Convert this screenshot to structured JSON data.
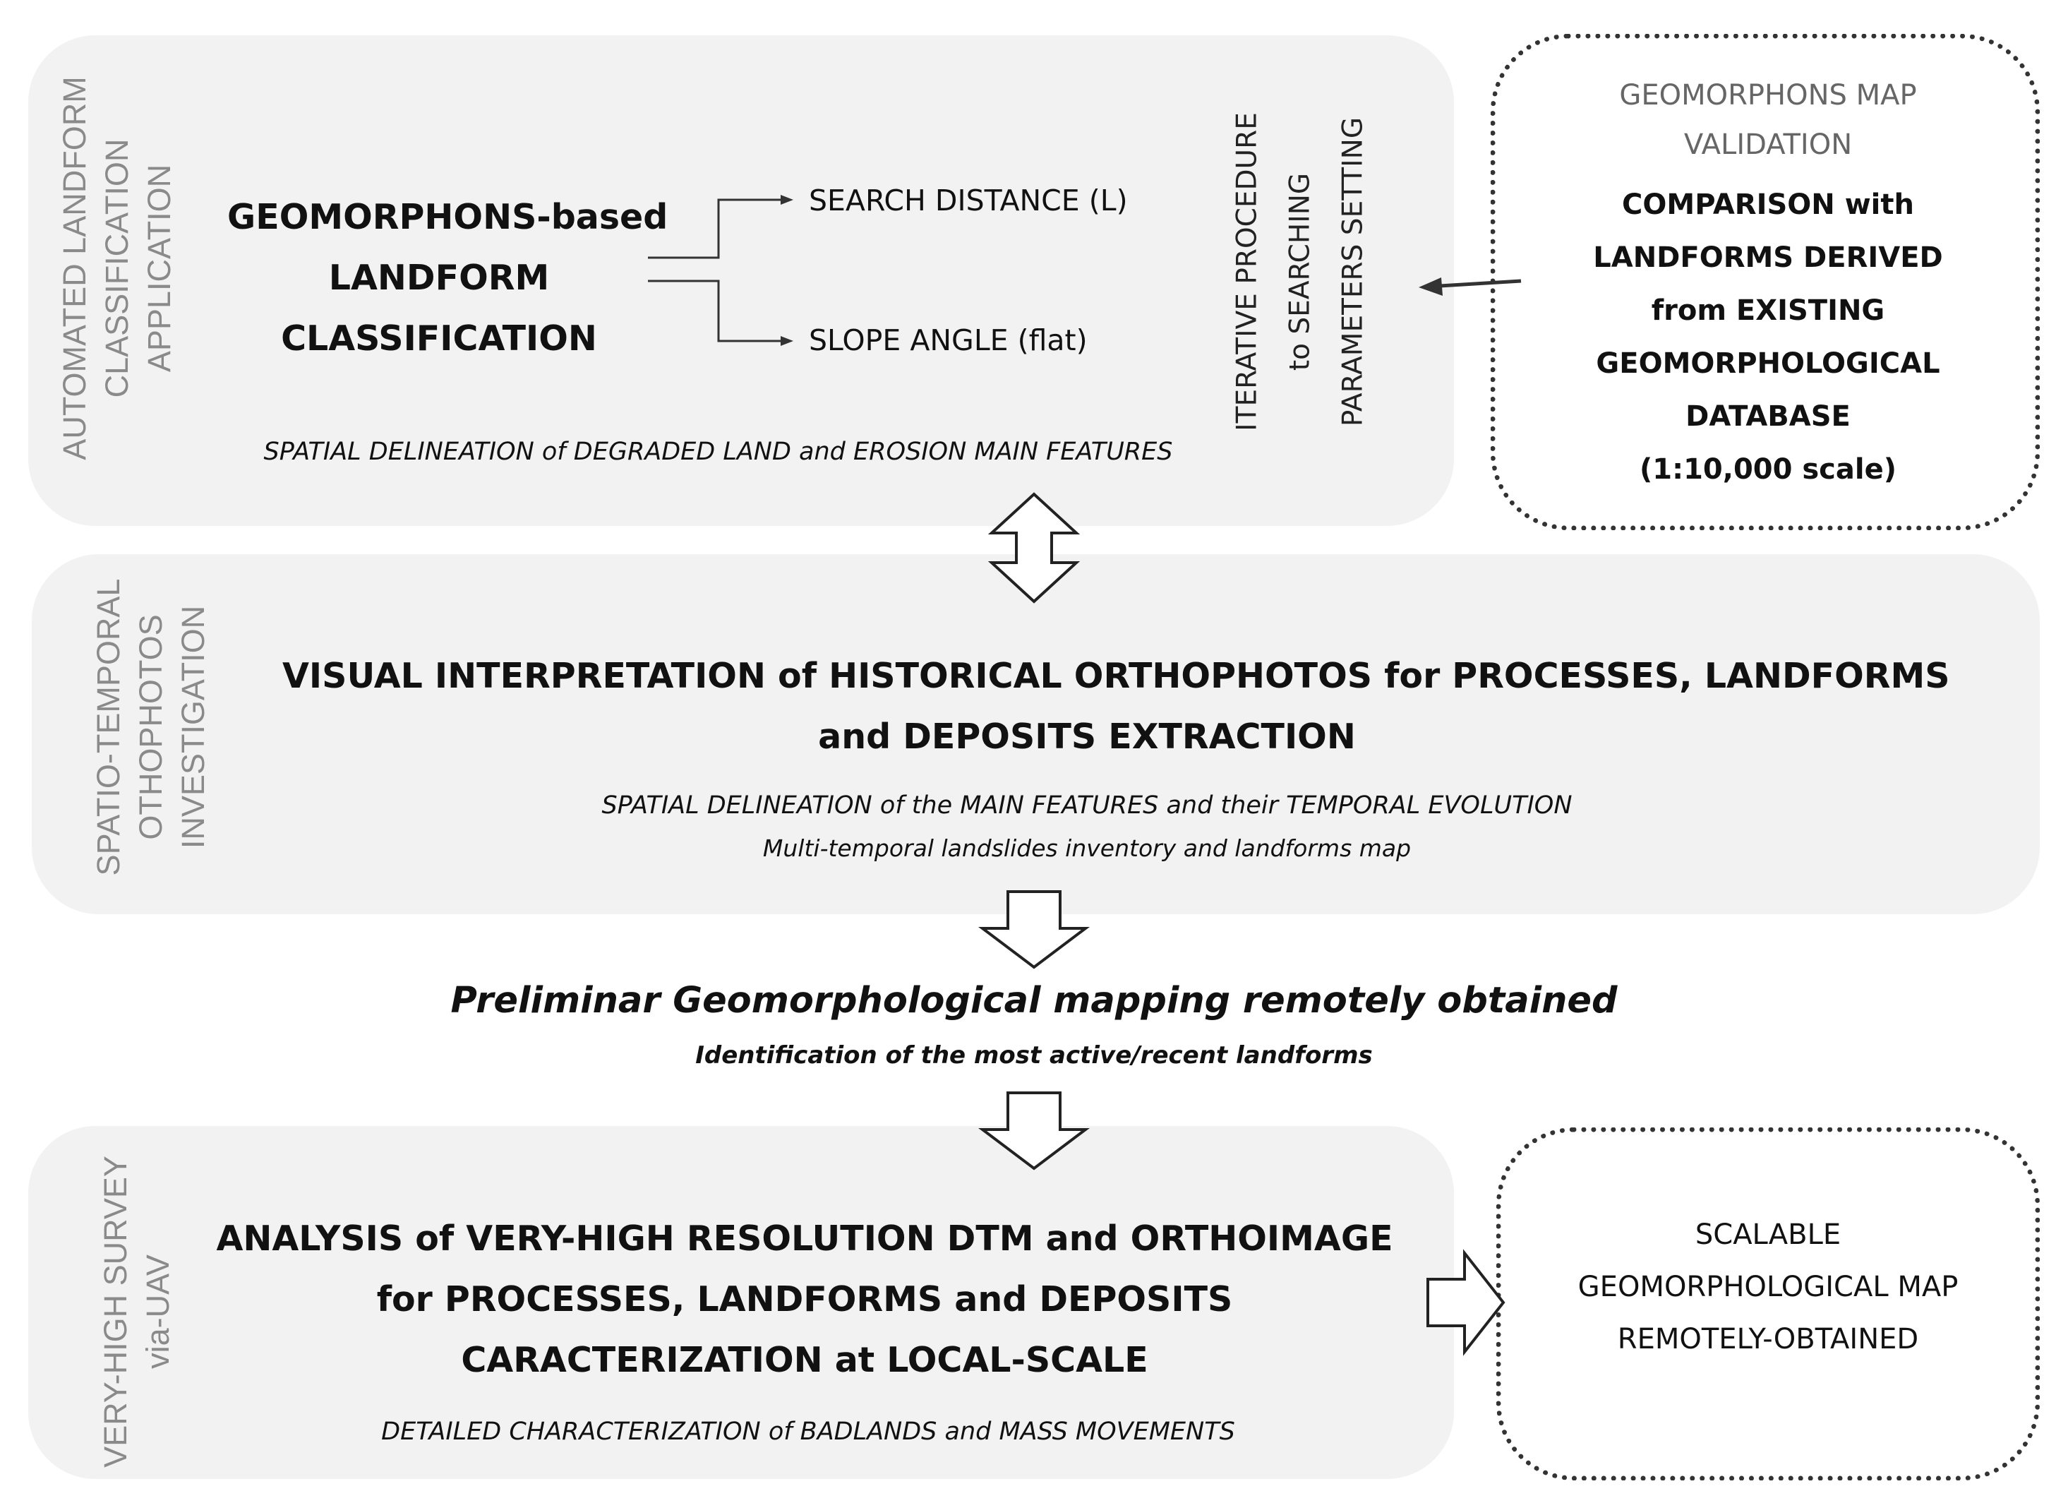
{
  "colors": {
    "panel_fill": "#f2f2f2",
    "side_label": "#8a8a8a",
    "text": "#111111",
    "dotted_border": "#333333",
    "arrow_stroke": "#222222"
  },
  "panel1": {
    "side_label_lines": [
      "AUTOMATED LANDFORM",
      "CLASSIFICATION",
      "APPLICATION"
    ],
    "title_lines": [
      "GEOMORPHONS-based",
      "LANDFORM",
      "CLASSIFICATION"
    ],
    "branch_top": "SEARCH DISTANCE (L)",
    "branch_bottom": "SLOPE ANGLE (flat)",
    "caption": "SPATIAL DELINEATION of DEGRADED LAND and EROSION MAIN FEATURES",
    "iterative_lines": [
      "ITERATIVE PROCEDURE",
      "to SEARCHING",
      "PARAMETERS SETTING"
    ]
  },
  "validation": {
    "heading_lines": [
      "GEOMORPHONS MAP",
      "VALIDATION"
    ],
    "body_lines": [
      "COMPARISON with",
      "LANDFORMS DERIVED",
      "from EXISTING",
      "GEOMORPHOLOGICAL",
      "DATABASE",
      "(1:10,000 scale)"
    ]
  },
  "panel2": {
    "side_label_lines": [
      "SPATIO-TEMPORAL",
      "OTHOPHOTOS",
      "INVESTIGATION"
    ],
    "title_lines": [
      "VISUAL INTERPRETATION of HISTORICAL ORTHOPHOTOS for PROCESSES, LANDFORMS",
      "and DEPOSITS EXTRACTION"
    ],
    "caption": "SPATIAL DELINEATION of the MAIN FEATURES and their TEMPORAL EVOLUTION",
    "subcaption": "Multi-temporal landslides inventory and landforms map"
  },
  "preliminary": {
    "title": "Preliminar Geomorphological mapping remotely obtained",
    "subtitle": "Identification of the most active/recent landforms"
  },
  "panel3": {
    "side_label_lines": [
      "VERY-HIGH SURVEY",
      "via-UAV"
    ],
    "title_lines": [
      "ANALYSIS of VERY-HIGH RESOLUTION DTM and ORTHOIMAGE",
      "for PROCESSES, LANDFORMS and DEPOSITS",
      "CARACTERIZATION at LOCAL-SCALE"
    ],
    "caption": "DETAILED CHARACTERIZATION of BADLANDS and MASS MOVEMENTS"
  },
  "output": {
    "lines": [
      "SCALABLE",
      "GEOMORPHOLOGICAL MAP",
      "REMOTELY-OBTAINED"
    ]
  }
}
